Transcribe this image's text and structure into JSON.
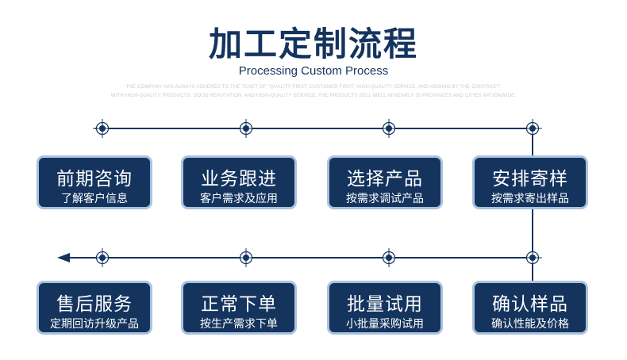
{
  "header": {
    "title": "加工定制流程",
    "subtitle": "Processing Custom Process",
    "tagline_1": "THE COMPANY HAS ALWAYS ADHERED TO THE TENET OF \"QUALITY FIRST, CUSTOMER FIRST, HIGH-QUALITY SERVICE, AND ABIDING BY THE CONTRACT\"",
    "tagline_2": "WITH HIGH-QUALITY PRODUCTS, GOOD REPUTATION, AND HIGH-QUALITY SERVICE, THE PRODUCTS SELL WELL IN NEARLY 30 PROVINCES AND CITIES NATIONWIDE."
  },
  "steps": [
    {
      "title": "前期咨询",
      "desc": "了解客户信息"
    },
    {
      "title": "业务跟进",
      "desc": "客户需求及应用"
    },
    {
      "title": "选择产品",
      "desc": "按需求调试产品"
    },
    {
      "title": "安排寄样",
      "desc": "按需求寄出样品"
    },
    {
      "title": "确认样品",
      "desc": "确认性能及价格"
    },
    {
      "title": "批量试用",
      "desc": "小批量采购试用"
    },
    {
      "title": "正常下单",
      "desc": "按生产需求下单"
    },
    {
      "title": "售后服务",
      "desc": "定期回访升级产品"
    }
  ],
  "colors": {
    "primary": "#14345e",
    "box_border": "#a9c2df",
    "box_text": "#ffffff",
    "tagline": "#c8ccd2",
    "background": "#ffffff"
  }
}
